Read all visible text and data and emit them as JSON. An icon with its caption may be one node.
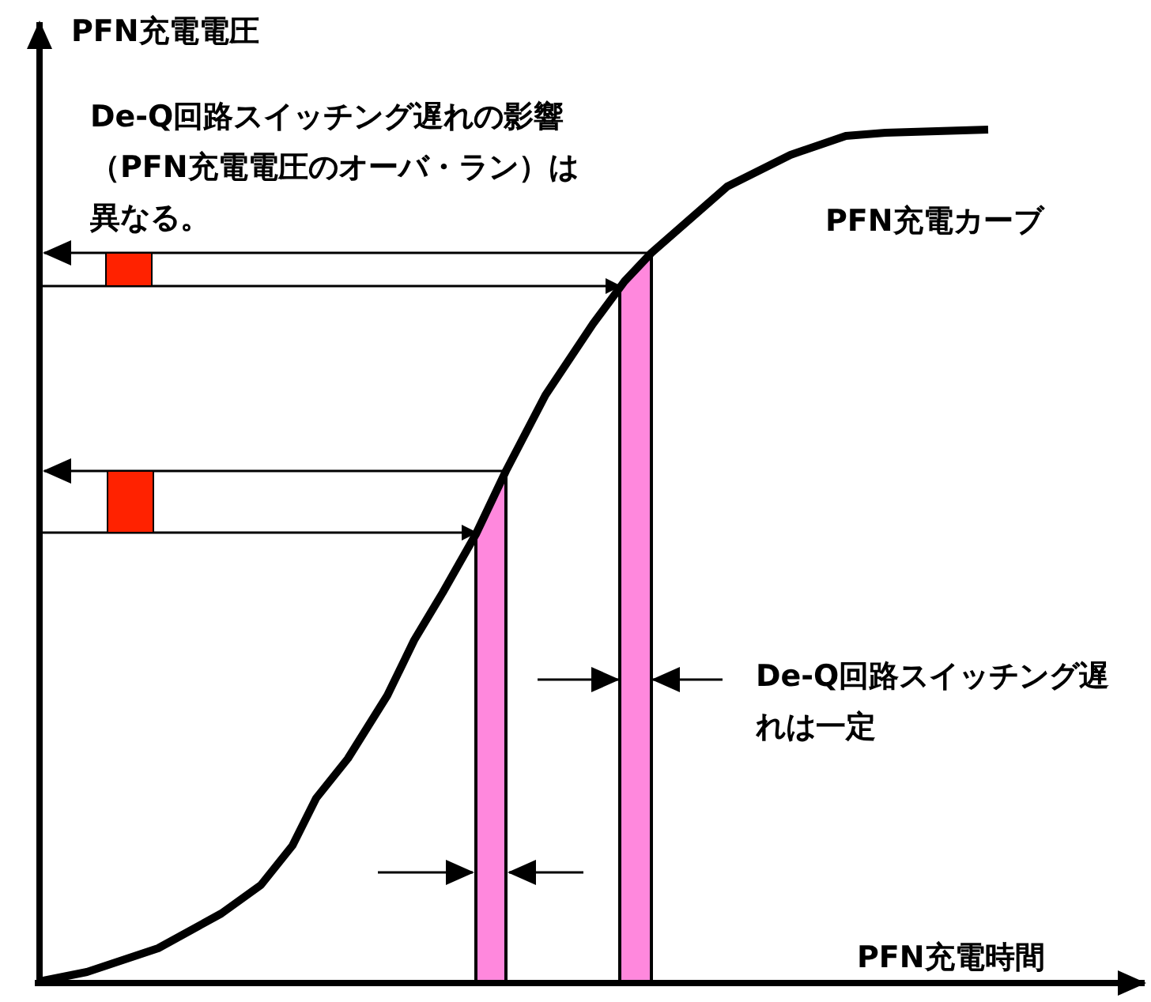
{
  "diagram": {
    "labels": [
      "PFN充電電圧",
      "De-Q回路スイッチング遅れの影響（PFN充電電圧のオーバ・ラン）は異なる。",
      "PFN充電カーブ",
      "De-Q回路スイッチング遅れは一定",
      "PFN充電時間"
    ]
  }
}
